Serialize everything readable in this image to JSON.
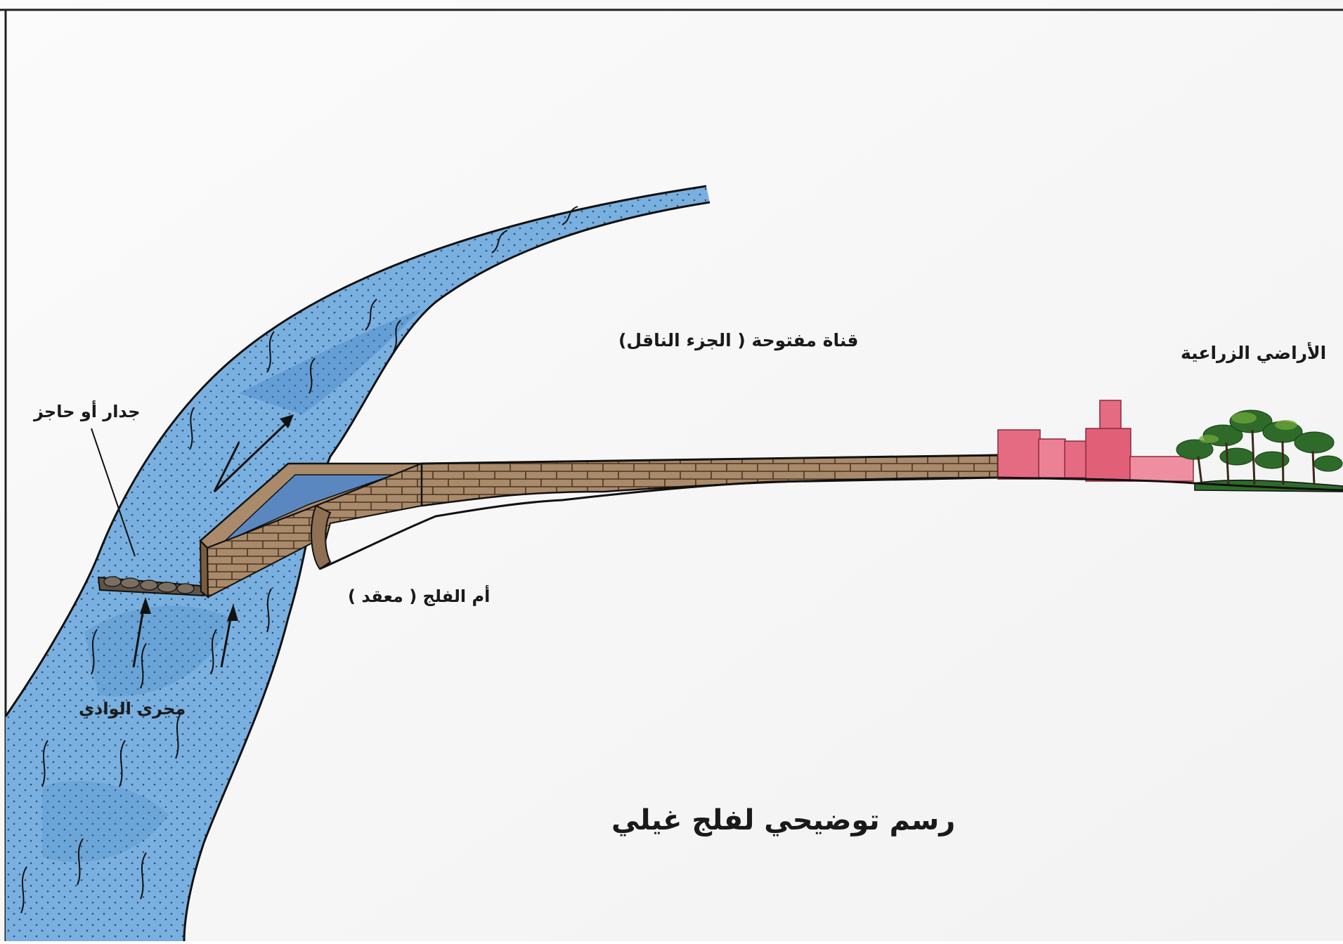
{
  "labels": {
    "open_channel": "قناة مفتوحة ( الجزء الناقل)",
    "agricultural_lands": "الأراضي الزراعية",
    "wall_or_barrier": "جدار أو حاجز",
    "mother_of_falaj": "أم الفلج ( معقد )",
    "wadi_course": "مجرى الوادي"
  },
  "title": "رسم توضيحي لفلج غيلي",
  "colors": {
    "water": "#6ea6d8",
    "water_dark": "#3f7fc0",
    "masonry": "#a9896a",
    "masonry_dark": "#7a5c40",
    "houses": "#e46b82",
    "palms": "#2e6b2a",
    "ink": "#111111"
  }
}
